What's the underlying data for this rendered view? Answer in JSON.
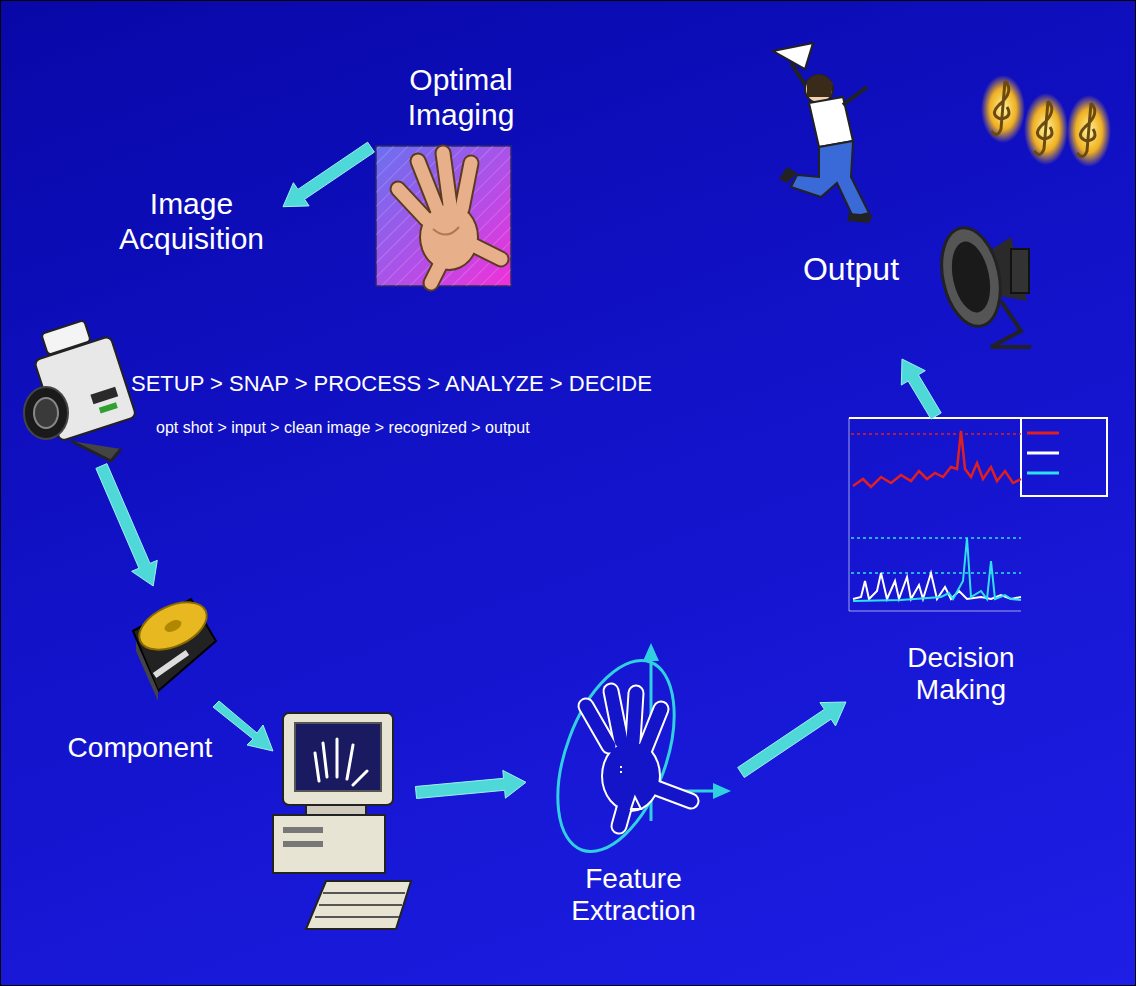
{
  "diagram": {
    "nodes": [
      {
        "text": [
          "Optimal Imaging"
        ]
      },
      {
        "text": [
          "Image Acquisition"
        ]
      },
      {
        "text": [
          "Component"
        ]
      },
      {
        "text": [
          "Feature Extraction"
        ]
      },
      {
        "text": [
          "Decision Making"
        ]
      },
      {
        "text": [
          "Output"
        ]
      }
    ],
    "edges": [
      {
        "from": 0,
        "to": 1,
        "arrow": "to"
      },
      {
        "from": 1,
        "to": 2,
        "arrow": "to"
      },
      {
        "from": 2,
        "to": 3,
        "arrow": "to"
      },
      {
        "from": 3,
        "to": 4,
        "arrow": "to"
      },
      {
        "from": 4,
        "to": 5,
        "arrow": "to"
      }
    ],
    "labels": [
      "SETUP > SNAP > PROCESS > ANALYZE > DECIDE",
      "opt shot > input > clean image > recognized > output"
    ]
  }
}
